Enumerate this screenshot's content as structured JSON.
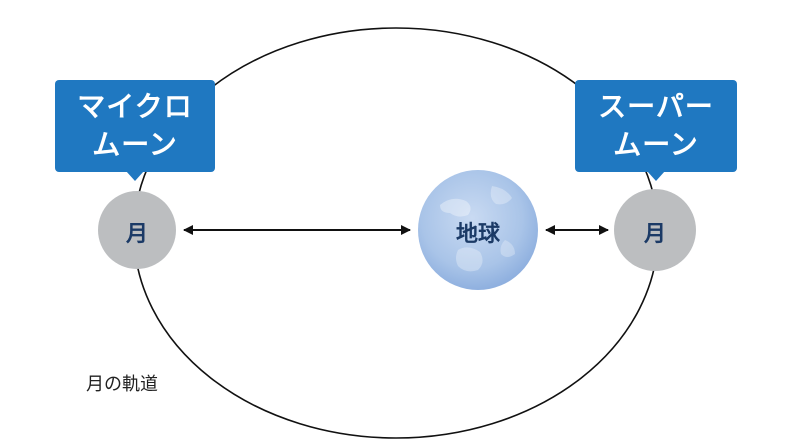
{
  "callouts": {
    "micro": {
      "line1": "マイクロ",
      "line2": "ムーン"
    },
    "super": {
      "line1": "スーパー",
      "line2": "ムーン"
    }
  },
  "bodies": {
    "moon_left": "月",
    "earth": "地球",
    "moon_right": "月"
  },
  "orbit_label": "月の軌道",
  "colors": {
    "callout": "#1f78c1",
    "moon": "#bcbec0",
    "earth": "#a9c4e8",
    "label_text": "#1b3a66",
    "line": "#111111"
  }
}
